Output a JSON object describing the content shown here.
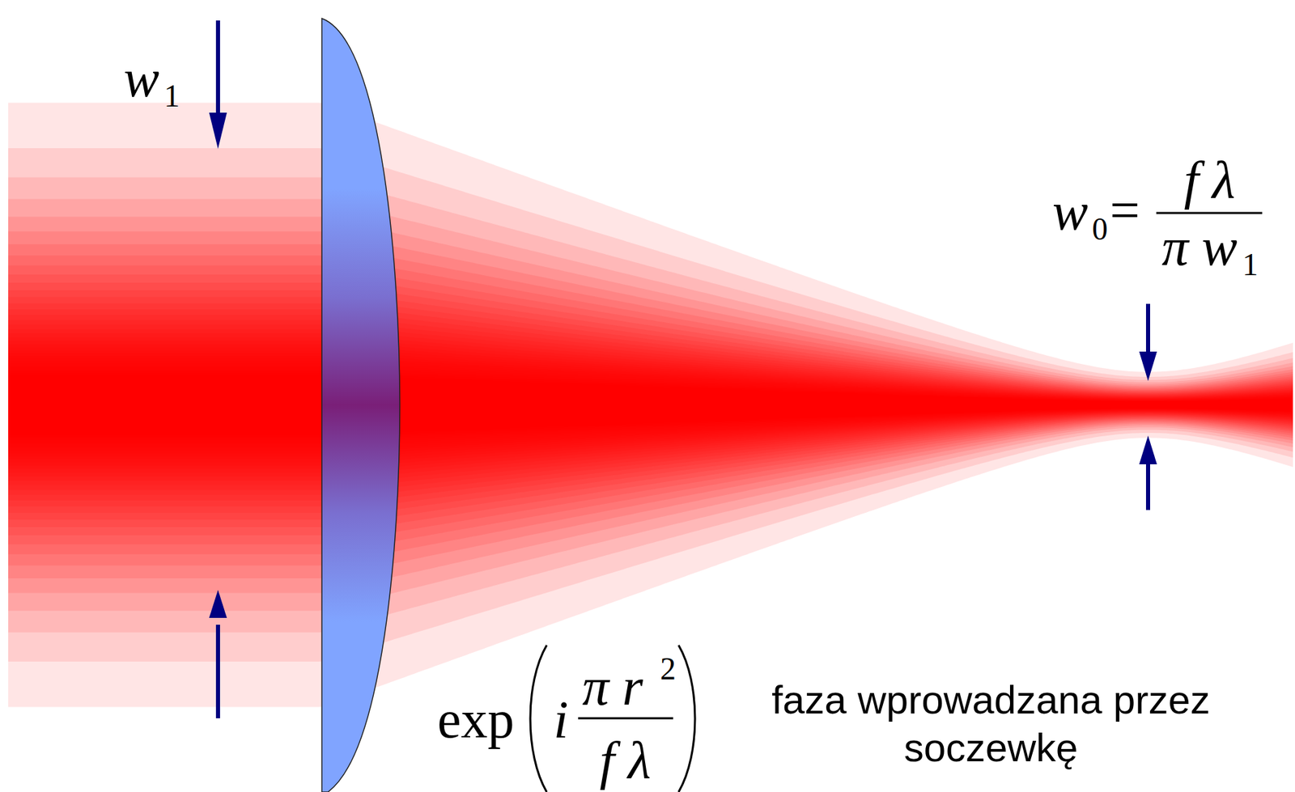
{
  "diagram": {
    "labels": [
      "w",
      "1",
      "w",
      "0",
      "=",
      "f λ",
      "π w",
      "1",
      "exp",
      "i",
      "π r",
      "2",
      "f λ",
      "faza wprowadzana przez soczewkę"
    ]
  }
}
